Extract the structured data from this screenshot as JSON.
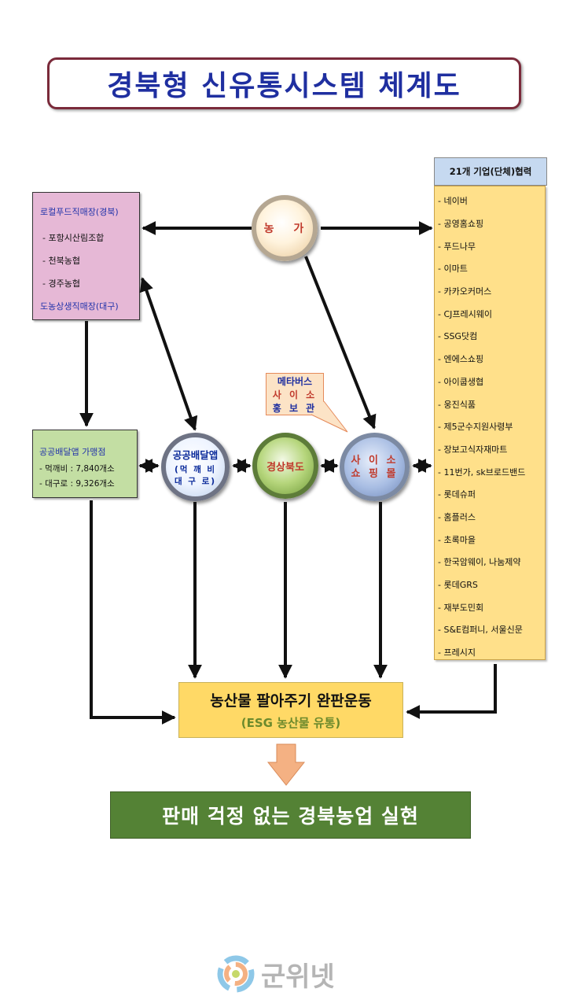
{
  "title": "경북형 신유통시스템 체계도",
  "nodes": {
    "farm": "농 가",
    "delivery_app": {
      "line1": "공공배달앱",
      "line2": "(먹 깨 비\n대 구 로)"
    },
    "gyeongbuk": "경상북도",
    "cyber_mall": "사 이 소\n쇼 핑 몰",
    "metaverse": {
      "line1": "메타버스",
      "line2": "사 이 소",
      "line3": "홍 보 관"
    }
  },
  "local_food": {
    "header": "로컬푸드직매장(경북)",
    "items": [
      "- 포항시산림조합",
      "- 천북농협",
      "- 경주농협"
    ],
    "footer": "도농상생직매장(대구)"
  },
  "app_stores": {
    "header": "공공배달앱 가맹점",
    "items": [
      "- 먹깨비 : 7,840개소",
      "- 대구로 : 9,326개소"
    ]
  },
  "corporations": {
    "header": "21개 기업(단체)협력",
    "items": [
      "- 네이버",
      "- 공영홈쇼핑",
      "- 푸드나무",
      "- 이마트",
      "- 카카오커머스",
      "- CJ프레시웨이",
      "- SSG닷컴",
      "- 엔에스쇼핑",
      "- 아이쿱생협",
      "- 웅진식품",
      "- 제5군수지원사령부",
      "- 장보고식자재마트",
      "- 11번가, sk브로드밴드",
      "- 롯데슈퍼",
      "- 홈플러스",
      "- 초록마을",
      "- 한국암웨이, 나눔제약",
      "- 롯데GRS",
      "- 재부도민회",
      "- S&E컴퍼니, 서울신문",
      "- 프레시지"
    ]
  },
  "campaign": {
    "line1": "농산물 팔아주기 완판운동",
    "line2": "(ESG 농산물 유통)"
  },
  "result": "판매 걱정 없는 경북농업 실현",
  "logo_text": "군위넷",
  "colors": {
    "title_text": "#1f2fa0",
    "local_box": "#e6b8d6",
    "app_box": "#c3dea3",
    "corp_list": "#ffe08a",
    "campaign": "#ffd966",
    "result": "#548235",
    "down_arrow": "#f4b183"
  }
}
